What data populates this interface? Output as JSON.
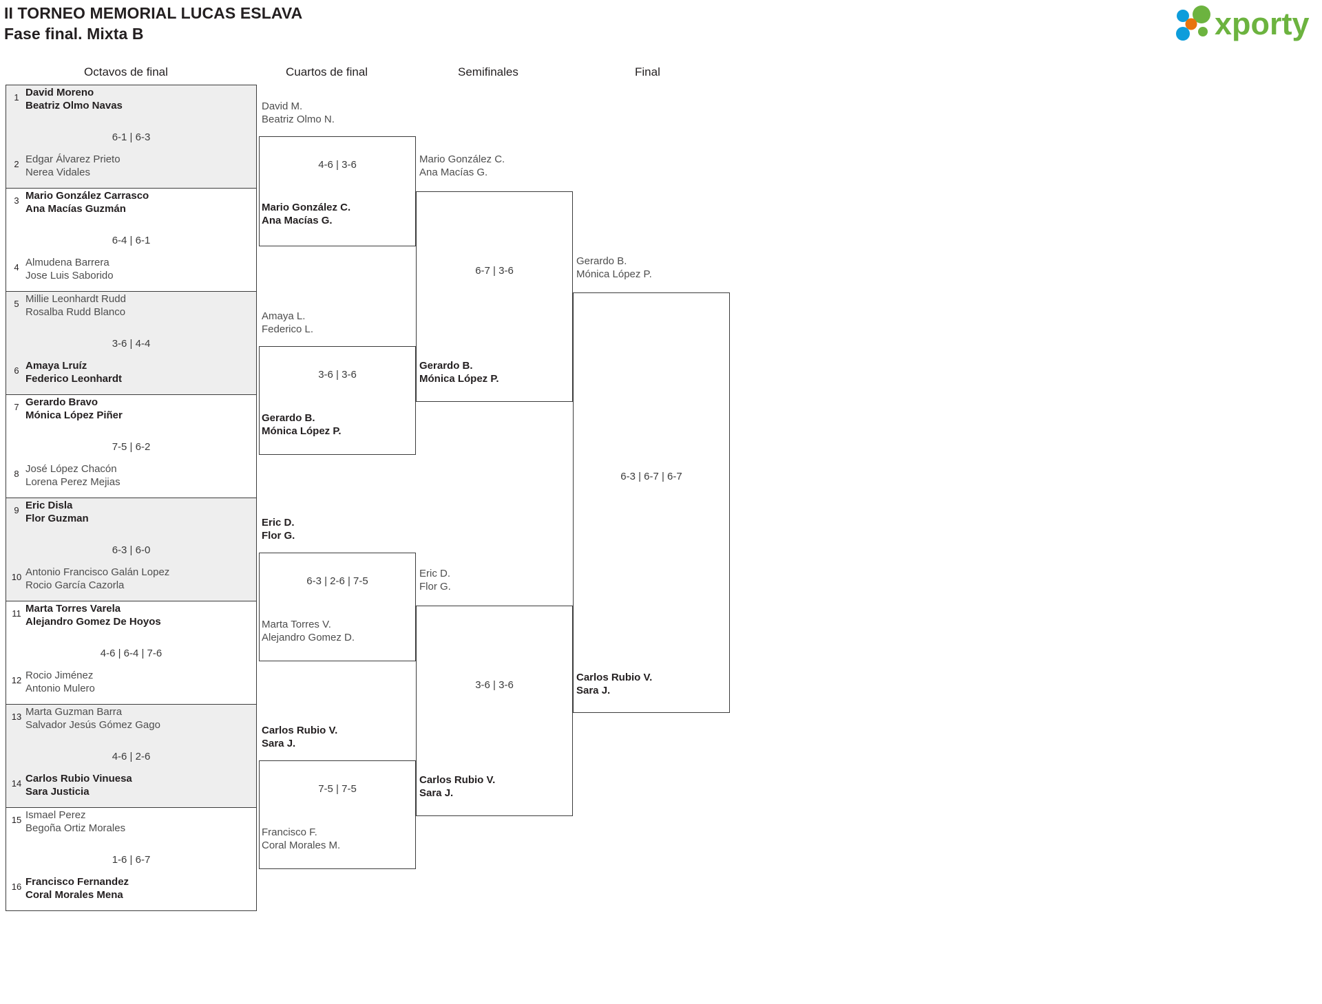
{
  "header": {
    "tournament_title": "II TORNEO MEMORIAL LUCAS ESLAVA",
    "phase_subtitle": "Fase final. Mixta B",
    "logo_text": "xporty",
    "logo_colors": {
      "green": "#6cb33f",
      "blue": "#0d9ddb",
      "orange": "#e8730c"
    }
  },
  "rounds": [
    {
      "key": "r16",
      "label": "Octavos de final"
    },
    {
      "key": "qf",
      "label": "Cuartos de final"
    },
    {
      "key": "sf",
      "label": "Semifinales"
    },
    {
      "key": "f",
      "label": "Final"
    }
  ],
  "round_of_16": [
    {
      "score": "6-1 | 6-3",
      "shaded": true,
      "top": {
        "seed": "1",
        "p1": "David Moreno",
        "p2": "Beatriz Olmo Navas",
        "winner": true
      },
      "bottom": {
        "seed": "2",
        "p1": "Edgar Álvarez Prieto",
        "p2": "Nerea Vidales",
        "winner": false
      }
    },
    {
      "score": "6-4 | 6-1",
      "shaded": false,
      "top": {
        "seed": "3",
        "p1": "Mario González Carrasco",
        "p2": "Ana Macías Guzmán",
        "winner": true
      },
      "bottom": {
        "seed": "4",
        "p1": "Almudena Barrera",
        "p2": "Jose Luis Saborido",
        "winner": false
      }
    },
    {
      "score": "3-6 | 4-4",
      "shaded": true,
      "top": {
        "seed": "5",
        "p1": "Millie Leonhardt Rudd",
        "p2": "Rosalba Rudd Blanco",
        "winner": false
      },
      "bottom": {
        "seed": "6",
        "p1": "Amaya Lruíz",
        "p2": "Federico Leonhardt",
        "winner": true
      }
    },
    {
      "score": "7-5 | 6-2",
      "shaded": false,
      "top": {
        "seed": "7",
        "p1": "Gerardo Bravo",
        "p2": "Mónica López Piñer",
        "winner": true
      },
      "bottom": {
        "seed": "8",
        "p1": "José López Chacón",
        "p2": "Lorena Perez Mejias",
        "winner": false
      }
    },
    {
      "score": "6-3 | 6-0",
      "shaded": true,
      "top": {
        "seed": "9",
        "p1": "Eric Disla",
        "p2": "Flor Guzman",
        "winner": true
      },
      "bottom": {
        "seed": "10",
        "p1": "Antonio Francisco Galán Lopez",
        "p2": "Rocio García Cazorla",
        "winner": false
      }
    },
    {
      "score": "4-6 | 6-4 | 7-6",
      "shaded": false,
      "top": {
        "seed": "11",
        "p1": "Marta Torres Varela",
        "p2": "Alejandro Gomez De Hoyos",
        "winner": true
      },
      "bottom": {
        "seed": "12",
        "p1": "Rocio Jiménez",
        "p2": "Antonio Mulero",
        "winner": false
      }
    },
    {
      "score": "4-6 | 2-6",
      "shaded": true,
      "top": {
        "seed": "13",
        "p1": "Marta Guzman Barra",
        "p2": "Salvador Jesús Gómez Gago",
        "winner": false
      },
      "bottom": {
        "seed": "14",
        "p1": "Carlos Rubio Vinuesa",
        "p2": "Sara Justicia",
        "winner": true
      }
    },
    {
      "score": "1-6 | 6-7",
      "shaded": false,
      "top": {
        "seed": "15",
        "p1": "Ismael Perez",
        "p2": "Begoña Ortiz Morales",
        "winner": false
      },
      "bottom": {
        "seed": "16",
        "p1": "Francisco Fernandez",
        "p2": "Coral Morales Mena",
        "winner": true
      }
    }
  ],
  "quarter_finals": [
    {
      "score": "4-6 | 3-6",
      "top": {
        "p1": "David M.",
        "p2": "Beatriz Olmo N.",
        "winner": false
      },
      "bottom": {
        "p1": "Mario González C.",
        "p2": "Ana Macías G.",
        "winner": true
      }
    },
    {
      "score": "3-6 | 3-6",
      "top": {
        "p1": "Amaya L.",
        "p2": "Federico L.",
        "winner": false
      },
      "bottom": {
        "p1": "Gerardo B.",
        "p2": "Mónica López P.",
        "winner": true
      }
    },
    {
      "score": "6-3 | 2-6 | 7-5",
      "top": {
        "p1": "Eric D.",
        "p2": "Flor G.",
        "winner": true
      },
      "bottom": {
        "p1": "Marta Torres V.",
        "p2": "Alejandro Gomez D.",
        "winner": false
      }
    },
    {
      "score": "7-5 | 7-5",
      "top": {
        "p1": "Carlos Rubio V.",
        "p2": "Sara J.",
        "winner": true
      },
      "bottom": {
        "p1": "Francisco F.",
        "p2": "Coral Morales M.",
        "winner": false
      }
    }
  ],
  "semi_finals": [
    {
      "score": "6-7 | 3-6",
      "top": {
        "p1": "Mario González C.",
        "p2": "Ana Macías G.",
        "winner": false
      },
      "bottom": {
        "p1": "Gerardo B.",
        "p2": "Mónica López P.",
        "winner": true
      }
    },
    {
      "score": "3-6 | 3-6",
      "top": {
        "p1": "Eric D.",
        "p2": "Flor G.",
        "winner": false
      },
      "bottom": {
        "p1": "Carlos Rubio V.",
        "p2": "Sara J.",
        "winner": true
      }
    }
  ],
  "final": {
    "score": "6-3 | 6-7 | 6-7",
    "top": {
      "p1": "Gerardo B.",
      "p2": "Mónica López P.",
      "winner": false
    },
    "bottom": {
      "p1": "Carlos Rubio V.",
      "p2": "Sara J.",
      "winner": true
    }
  }
}
